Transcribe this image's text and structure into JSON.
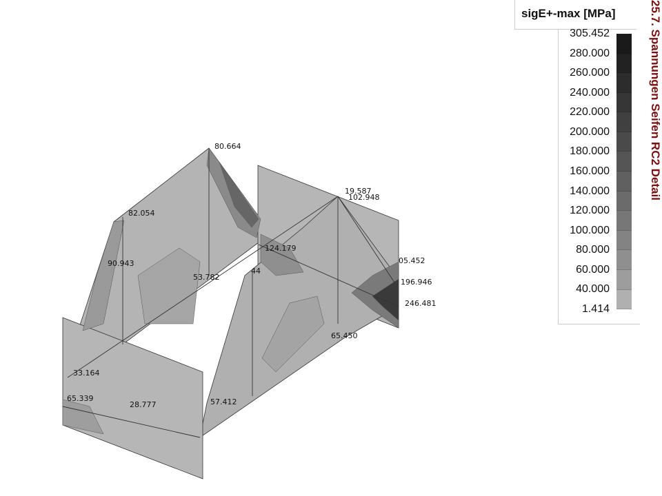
{
  "legend": {
    "title": "sigE+-max [MPa]",
    "ticks": [
      "305.452",
      "280.000",
      "260.000",
      "240.000",
      "220.000",
      "200.000",
      "180.000",
      "160.000",
      "140.000",
      "120.000",
      "100.000",
      "80.000",
      "60.000",
      "40.000",
      "1.414"
    ],
    "colors": [
      "#1a1a1a",
      "#222222",
      "#2c2c2c",
      "#363636",
      "#404040",
      "#4a4a4a",
      "#555555",
      "#606060",
      "#6b6b6b",
      "#777777",
      "#838383",
      "#8f8f8f",
      "#9d9d9d",
      "#b0b0b0"
    ]
  },
  "side_title": "25.7. Spannungen Seifen RC2 Detail",
  "value_labels": [
    "80.664",
    "82.054",
    "90.943",
    "53.782",
    "19.587",
    "102.948",
    "124.179",
    "44",
    "05.452",
    "196.946",
    "246.481",
    "65.450",
    "33.164",
    "65.339",
    "28.777",
    "57.412"
  ]
}
